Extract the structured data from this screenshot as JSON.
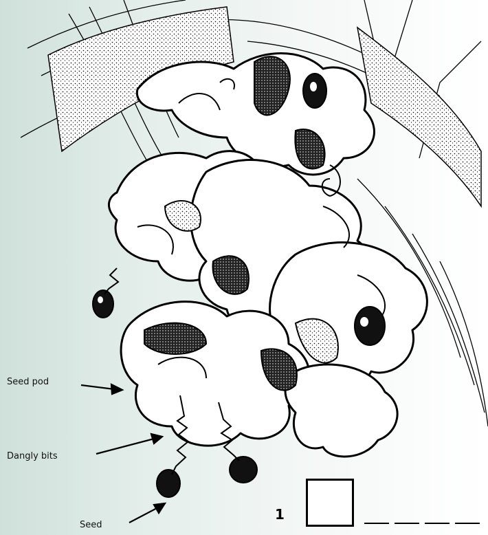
{
  "labels": {
    "seed_pod": "Seed pod",
    "dangly_bits": "Dangly bits",
    "seed": "Seed"
  },
  "question": {
    "number": "1",
    "blank_count": 4
  },
  "colors": {
    "background_left": "#cfe0da",
    "background_right": "#ffffff",
    "ink": "#000000"
  }
}
